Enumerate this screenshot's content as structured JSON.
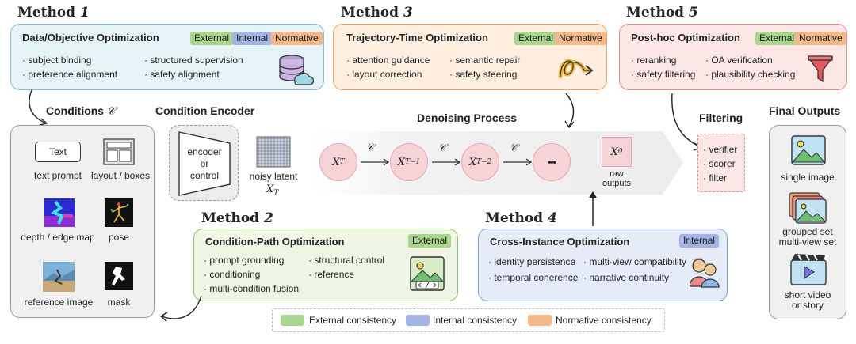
{
  "methods": {
    "m1": {
      "heading": "Method",
      "num": "1",
      "title": "Data/Objective Optimization",
      "tags": [
        "External",
        "Internal",
        "Normative"
      ],
      "items": [
        "subject binding",
        "preference alignment",
        "structured supervision",
        "safety alignment"
      ]
    },
    "m2": {
      "heading": "Method",
      "num": "2",
      "title": "Condition-Path Optimization",
      "tags": [
        "External"
      ],
      "items": [
        "prompt grounding",
        "conditioning",
        "multi-condition fusion",
        "structural control",
        "reference"
      ]
    },
    "m3": {
      "heading": "Method",
      "num": "3",
      "title": "Trajectory-Time Optimization",
      "tags": [
        "External",
        "Normative"
      ],
      "items": [
        "attention guidance",
        "layout correction",
        "semantic repair",
        "safety steering"
      ]
    },
    "m4": {
      "heading": "Method",
      "num": "4",
      "title": "Cross-Instance Optimization",
      "tags": [
        "Internal"
      ],
      "items": [
        "identity persistence",
        "temporal coherence",
        "multi-view compatibility",
        "narrative continuity"
      ]
    },
    "m5": {
      "heading": "Method",
      "num": "5",
      "title": "Post-hoc Optimization",
      "tags": [
        "External",
        "Normative"
      ],
      "items": [
        "reranking",
        "safety filtering",
        "OA verification",
        "plausibility checking"
      ]
    }
  },
  "conditions": {
    "title": "Conditions",
    "symbol": "𝒞",
    "text_chip": "Text",
    "items": [
      "text prompt",
      "layout / boxes",
      "depth / edge map",
      "pose",
      "reference image",
      "mask"
    ]
  },
  "encoder": {
    "title": "Condition Encoder",
    "block": [
      "encoder",
      "or",
      "control"
    ],
    "noisy_label": "noisy latent",
    "noisy_var": "X",
    "noisy_sub": "T"
  },
  "denoising": {
    "title": "Denoising Process",
    "nodes": [
      {
        "base": "X",
        "sub": "T"
      },
      {
        "base": "X",
        "sub": "T−1"
      },
      {
        "base": "X",
        "sub": "T−2"
      }
    ],
    "ellipsis": "•••",
    "cond_symbol": "𝒞",
    "x0_base": "X",
    "x0_sub": "0",
    "raw_outputs": [
      "raw",
      "outputs"
    ]
  },
  "filtering": {
    "title": "Filtering",
    "items": [
      "· verifier",
      "· scorer",
      "· filter"
    ]
  },
  "final_outputs": {
    "title": "Final Outputs",
    "items": [
      "single image",
      "grouped set\nmulti-view set",
      "short video\nor story"
    ]
  },
  "legend": [
    {
      "label": "External consistency",
      "color": "#a9d58f"
    },
    {
      "label": "Internal consistency",
      "color": "#a3b4e4"
    },
    {
      "label": "Normative consistency",
      "color": "#f4b98a"
    }
  ],
  "colors": {
    "m1_bg": "#e3f3f6",
    "m1_border": "#7fc3cf",
    "m2_bg": "#eef6e3",
    "m2_border": "#8fc46f",
    "m3_bg": "#fdeee0",
    "m3_border": "#f0a56a",
    "m4_bg": "#e6ebf8",
    "m4_border": "#8a9fd8",
    "m5_bg": "#fbe6e6",
    "m5_border": "#e98c8c"
  }
}
